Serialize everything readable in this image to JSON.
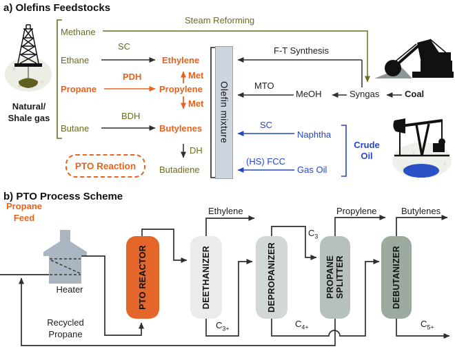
{
  "colors": {
    "olive": "#6b6b23",
    "orange": "#e8621c",
    "blue": "#2745c9",
    "line_black": "#2e2e2e",
    "olefin_box_fill": "#cdd5de",
    "reactor_fill": "#e4662a",
    "deethanizer_fill": "#e9ece8",
    "depropanizer_fill": "#d2d9d4",
    "splitter_fill": "#b5c1ba",
    "debutanizer_fill": "#9cab9e",
    "heater_fill": "#a9b5c1"
  },
  "section_a": {
    "title": "a) Olefins Feedstocks",
    "source": {
      "line1": "Natural/",
      "line2": "Shale gas"
    },
    "feedstocks": {
      "methane": "Methane",
      "ethane": "Ethane",
      "propane": "Propane",
      "butane": "Butane"
    },
    "routes": {
      "steam_reforming": "Steam Reforming",
      "sc": "SC",
      "pdh": "PDH",
      "bdh": "BDH",
      "met_top": "Met",
      "met_bottom": "Met",
      "dh": "DH"
    },
    "products": {
      "ethylene": "Ethylene",
      "propylene": "Propylene",
      "butylenes": "Butylenes",
      "butadiene": "Butadiene"
    },
    "olefin_box_label": "Olefin mixture",
    "pto_reaction_label": "PTO Reaction",
    "syngas_route": {
      "ft": "F-T Synthesis",
      "mto": "MTO",
      "meoh": "MeOH",
      "syngas": "Syngas",
      "coal": "Coal"
    },
    "crude_route": {
      "sc": "SC",
      "naphtha": "Naphtha",
      "fcc": "(HS) FCC",
      "gas_oil": "Gas Oil",
      "crude": {
        "line1": "Crude",
        "line2": "Oil"
      }
    }
  },
  "section_b": {
    "title": "b) PTO Process Scheme",
    "feed": {
      "line1": "Propane",
      "line2": "Feed"
    },
    "heater_label": "Heater",
    "units": {
      "reactor": "PTO REACTOR",
      "deethanizer": "DEETHANIZER",
      "depropanizer": "DEPROPANIZER",
      "splitter": "PROPANE SPLITTER",
      "debutanizer": "DEBUTANIZER"
    },
    "streams": {
      "ethylene": "Ethylene",
      "propylene": "Propylene",
      "butylenes": "Butylenes",
      "c3": {
        "base": "C",
        "sub": "3"
      },
      "c3p": {
        "base": "C",
        "sub": "3+"
      },
      "c4p": {
        "base": "C",
        "sub": "4+"
      },
      "c5p": {
        "base": "C",
        "sub": "5+"
      }
    },
    "recycle": {
      "line1": "Recycled",
      "line2": "Propane"
    }
  }
}
